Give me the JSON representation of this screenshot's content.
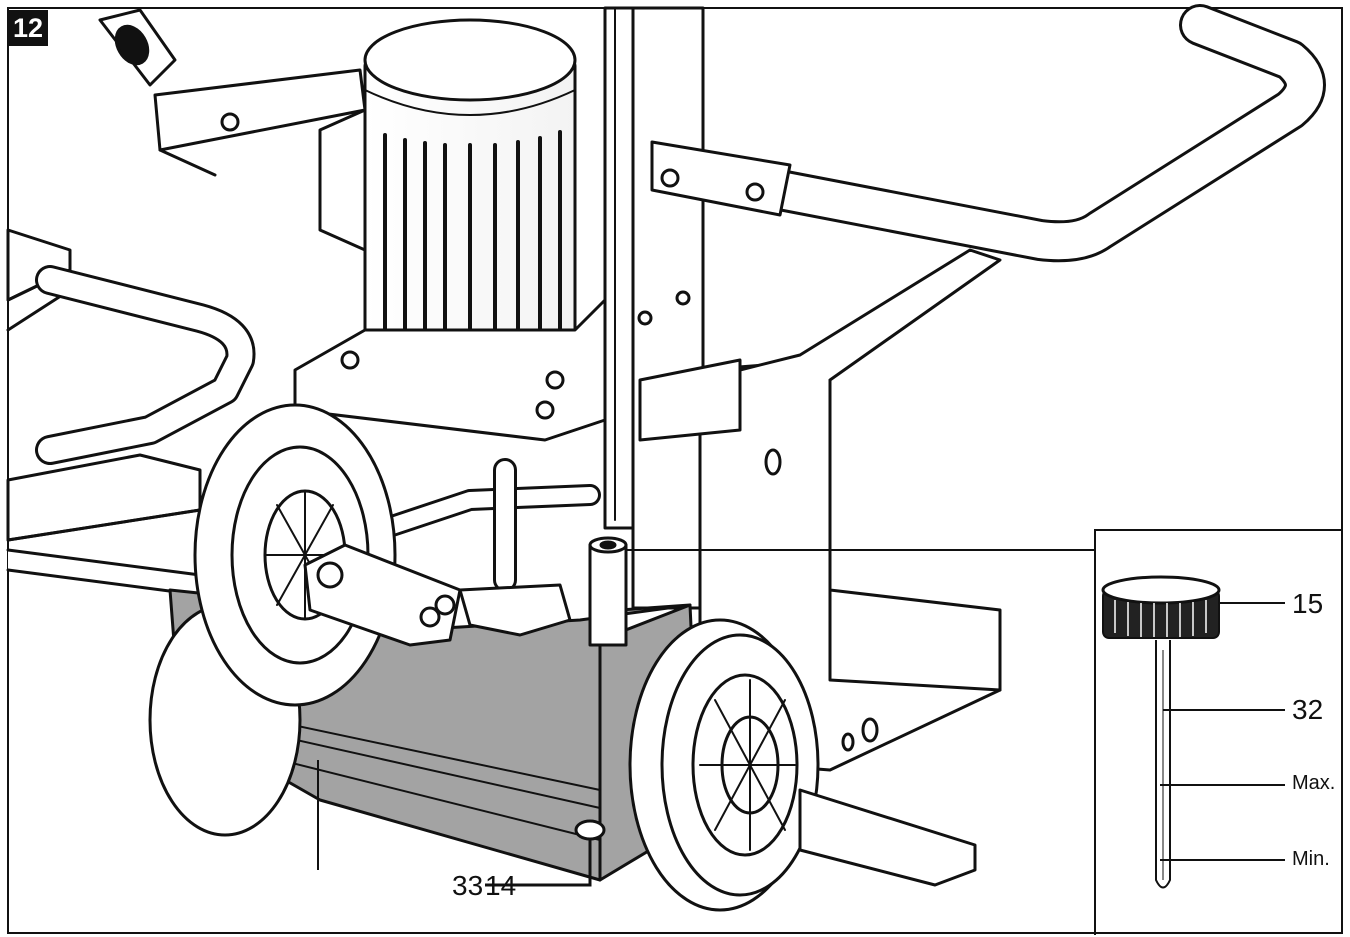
{
  "figure": {
    "number": "12"
  },
  "callouts": {
    "c15": "15",
    "c32": "32",
    "max": "Max.",
    "min": "Min.",
    "c33": "33",
    "c14": "14"
  }
}
